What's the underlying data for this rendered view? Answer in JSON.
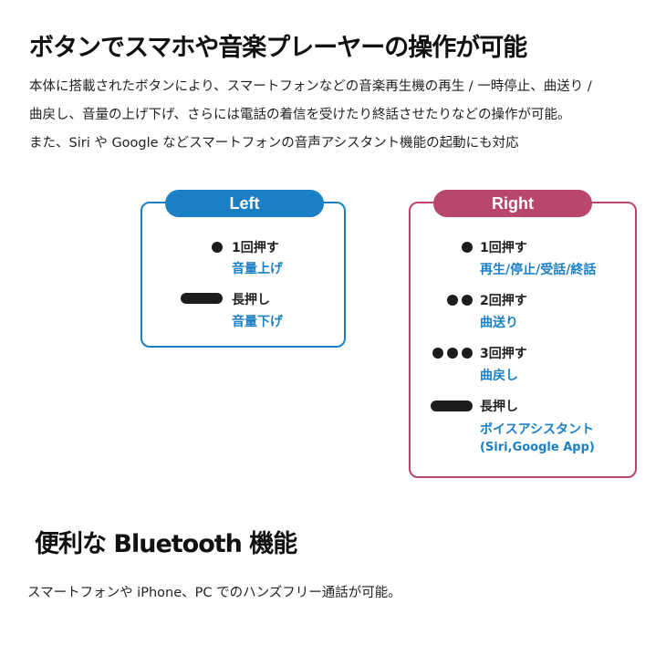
{
  "section1": {
    "title": "ボタンでスマホや音楽プレーヤーの操作が可能",
    "lines": [
      "本体に搭載されたボタンにより、スマートフォンなどの音楽再生機の再生 / 一時停止、曲送り /",
      "曲戻し、音量の上げ下げ、さらには電話の着信を受けたり終話させたりなどの操作が可能。",
      "また、Siri や Google などスマートフォンの音声アシスタント機能の起動にも対応"
    ]
  },
  "left_panel": {
    "label": "Left",
    "rows": [
      {
        "marks": "dot",
        "title": "1回押す",
        "sub": "音量上げ"
      },
      {
        "marks": "bar",
        "title": "長押し",
        "sub": "音量下げ"
      }
    ]
  },
  "right_panel": {
    "label": "Right",
    "rows": [
      {
        "marks": "dot1",
        "title": "1回押す",
        "sub": "再生/停止/受話/終話"
      },
      {
        "marks": "dot2",
        "title": "2回押す",
        "sub": "曲送り"
      },
      {
        "marks": "dot3",
        "title": "3回押す",
        "sub": "曲戻し"
      },
      {
        "marks": "bar",
        "title": "長押し",
        "sub": "ボイスアシスタント",
        "note": "(Siri,Google App)"
      }
    ]
  },
  "section2": {
    "title": "便利な Bluetooth 機能",
    "text": "スマートフォンや iPhone、PC でのハンズフリー通話が可能。"
  },
  "colors": {
    "left_accent": "#1a7fc4",
    "right_accent": "#b8466e",
    "mark": "#1c1c1c"
  }
}
